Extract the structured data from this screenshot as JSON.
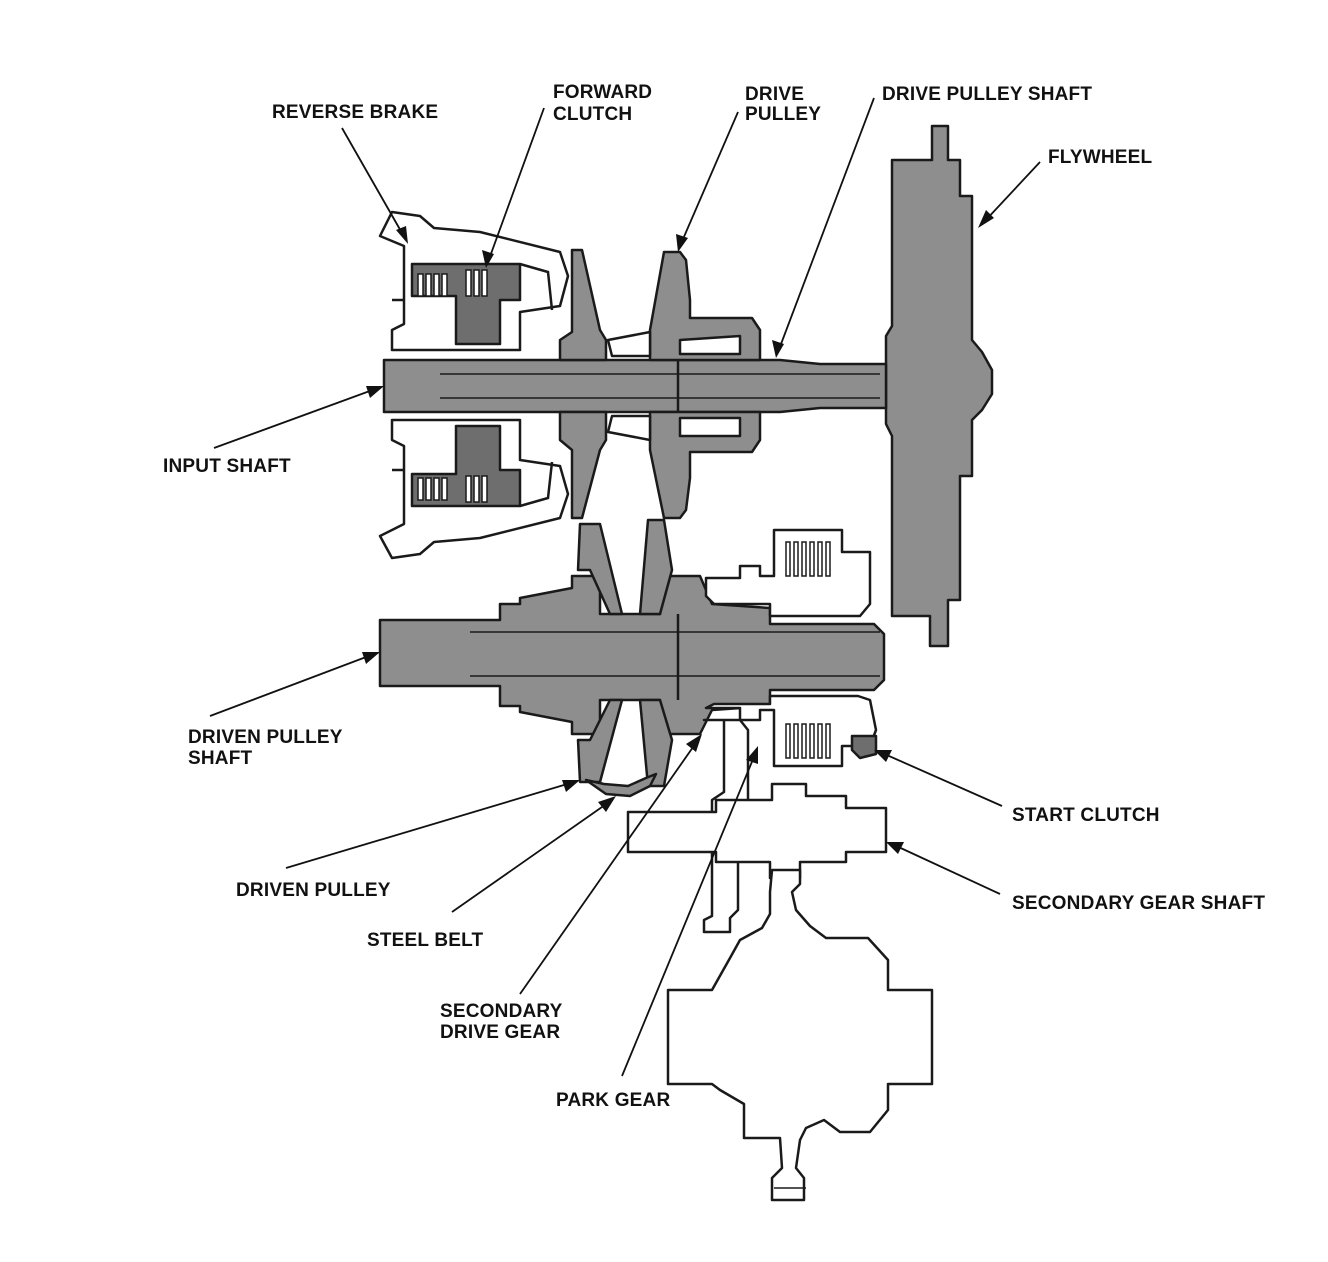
{
  "labels": {
    "reverse_brake": "REVERSE BRAKE",
    "forward_clutch_1": "FORWARD",
    "forward_clutch_2": "CLUTCH",
    "drive_pulley_1": "DRIVE",
    "drive_pulley_2": "PULLEY",
    "drive_pulley_shaft": "DRIVE PULLEY SHAFT",
    "flywheel": "FLYWHEEL",
    "input_shaft": "INPUT SHAFT",
    "driven_pulley_shaft_1": "DRIVEN PULLEY",
    "driven_pulley_shaft_2": "SHAFT",
    "start_clutch": "START CLUTCH",
    "driven_pulley": "DRIVEN PULLEY",
    "steel_belt": "STEEL BELT",
    "secondary_gear_shaft": "SECONDARY GEAR SHAFT",
    "secondary_drive_gear_1": "SECONDARY",
    "secondary_drive_gear_2": "DRIVE GEAR",
    "park_gear": "PARK GEAR"
  }
}
